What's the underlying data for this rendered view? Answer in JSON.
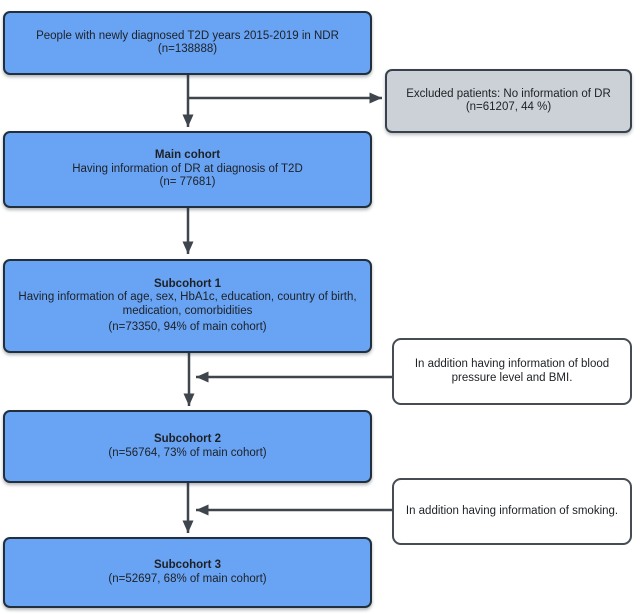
{
  "diagram": {
    "boxes": {
      "initial": {
        "line1": "People with newly diagnosed T2D years 2015-2019 in NDR",
        "line2": "(n=138888)"
      },
      "excluded": {
        "line1": "Excluded patients: No information of DR",
        "line2": "(n=61207, 44 %)"
      },
      "main_cohort": {
        "title": "Main cohort",
        "line1": "Having information of DR at diagnosis of T2D",
        "line2": "(n= 77681)"
      },
      "subcohort1": {
        "title": "Subcohort 1",
        "line1": "Having information of age, sex, HbA1c, education, country of birth, medication, comorbidities",
        "line2": "(n=73350, 94% of main cohort)"
      },
      "note_bmi": {
        "line1": "In addition having information of blood pressure level and BMI."
      },
      "subcohort2": {
        "title": "Subcohort 2",
        "line1": "(n=56764, 73% of main cohort)"
      },
      "note_smoking": {
        "line1": "In addition having information of smoking."
      },
      "subcohort3": {
        "title": "Subcohort 3",
        "line1": "(n=52697, 68% of main cohort)"
      }
    },
    "colors": {
      "cohort_box_fill": "#69a3f4",
      "cohort_box_border": "#22303d",
      "excluded_box_fill": "#ccd1d7",
      "note_box_fill": "#ffffff",
      "note_box_border": "#454c54",
      "arrow": "#3e454d"
    }
  }
}
